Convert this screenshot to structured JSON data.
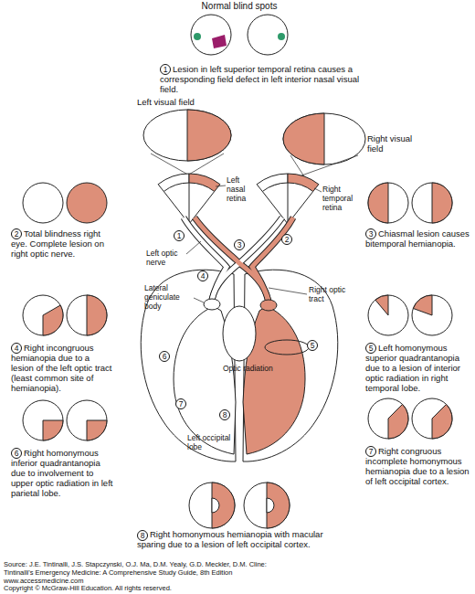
{
  "diagram": {
    "nodes": [
      {
        "text": [
          "1"
        ]
      },
      {
        "text": [
          "2"
        ]
      },
      {
        "text": [
          "3"
        ]
      },
      {
        "text": [
          "1"
        ]
      },
      {
        "text": [
          "2"
        ]
      },
      {
        "text": [
          "3"
        ]
      },
      {
        "text": [
          "4"
        ]
      },
      {
        "text": [
          "5"
        ]
      },
      {
        "text": [
          "4"
        ]
      },
      {
        "text": [
          "5"
        ]
      },
      {
        "text": [
          "6"
        ]
      },
      {
        "text": [
          "7"
        ]
      },
      {
        "text": [
          "8"
        ]
      },
      {
        "text": [
          "6"
        ]
      },
      {
        "text": [
          "7"
        ]
      },
      {
        "text": [
          "8"
        ]
      }
    ],
    "labels": [
      "Normal blind spots",
      "Lesion in left superior temporal retina causes a corresponding field defect in left interior nasal visual field.",
      "Left visual field",
      "Right visual field",
      "Left nasal retina",
      "Right temporal retina",
      "Total blindness right eye. Complete lesion on right optic nerve.",
      "Chiasmal lesion causes bitemporal hemianopia.",
      "Left optic nerve",
      "Lateral geniculate body",
      "Right optic tract",
      "Right incongruous hemianopia due to a lesion of the left optic tract (least common site of hemianopia).",
      "Left homonymous superior quadrantanopia due to a lesion of interior optic radiation in right temporal lobe.",
      "Optic radiation",
      "Right homonymous inferior quadrantanopia due to involvement to upper optic radiation in left parietal lobe.",
      "Left occipital lobe",
      "Right congruous incomplete homonymous hemianopia due to a lesion of left occipital cortex.",
      "Right homonymous hemianopia with macular sparing due to a lesion of left occipital cortex.",
      "Source: J.E. Tintinalli, J.S. Stapczynski, O.J. Ma, D.M. Yealy, G.D. Meckler, D.M. Cline:",
      "Tintinalli's Emergency Medicine: A Comprehensive Study Guide, 8th Edition",
      "www.accessmedicine.com",
      "Copyright © McGraw-Hill Education. All rights reserved."
    ]
  }
}
